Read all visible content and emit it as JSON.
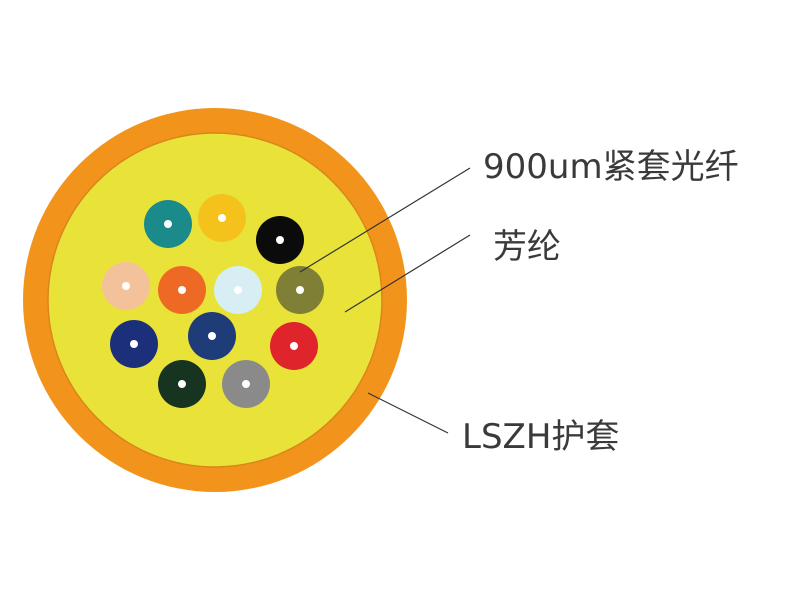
{
  "labels": {
    "tight_buffer_fiber": "900um紧套光纤",
    "aramid": "芳纶",
    "jacket": "LSZH护套"
  },
  "colors": {
    "jacket_outer": "#f2941c",
    "jacket_inner_line": "#d9861a",
    "aramid_fill": "#e9e238",
    "fiber_core": "#ffffff",
    "leader_line": "#333333"
  },
  "fibers": [
    {
      "name": "teal",
      "color": "#1b8a8a"
    },
    {
      "name": "yellow",
      "color": "#f5c21c"
    },
    {
      "name": "black",
      "color": "#0b0b0b"
    },
    {
      "name": "peach",
      "color": "#f4c29a"
    },
    {
      "name": "orange",
      "color": "#ee6a24"
    },
    {
      "name": "light-blue",
      "color": "#d7eef5"
    },
    {
      "name": "olive",
      "color": "#7f7f35"
    },
    {
      "name": "navy",
      "color": "#1b2f7a"
    },
    {
      "name": "dark-blue",
      "color": "#1d3c78"
    },
    {
      "name": "red",
      "color": "#e0242b"
    },
    {
      "name": "dark-green",
      "color": "#173421"
    },
    {
      "name": "gray",
      "color": "#8a8a8a"
    }
  ]
}
